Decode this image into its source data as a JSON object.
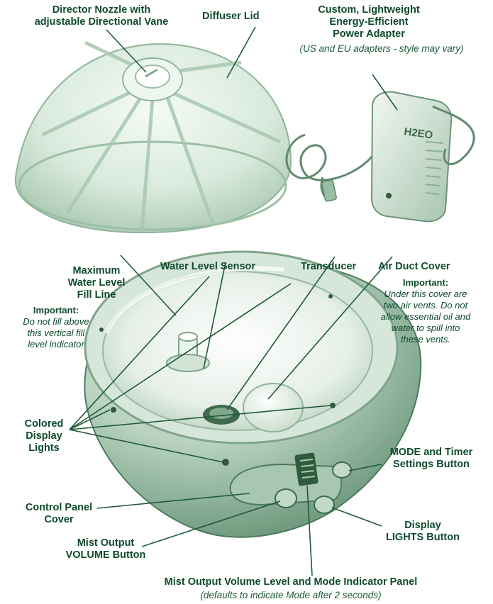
{
  "labels": {
    "director_nozzle": [
      "Director Nozzle with",
      "adjustable Directional Vane"
    ],
    "diffuser_lid": "Diffuser Lid",
    "power_adapter": [
      "Custom, Lightweight",
      "Energy-Efficient",
      "Power Adapter"
    ],
    "power_adapter_note": "(US and EU adapters - style may vary)",
    "max_fill_line": [
      "Maximum",
      "Water Level",
      "Fill Line"
    ],
    "water_level_sensor": "Water Level Sensor",
    "transducer": "Transducer",
    "air_duct_cover": "Air Duct Cover",
    "colored_display_lights": [
      "Colored",
      "Display",
      "Lights"
    ],
    "mode_timer_button": [
      "MODE and Timer",
      "Settings Button"
    ],
    "control_panel_cover": [
      "Control Panel",
      "Cover"
    ],
    "display_lights_button": [
      "Display",
      "LIGHTS Button"
    ],
    "mist_volume_button": [
      "Mist Output",
      "VOLUME Button"
    ],
    "indicator_panel": "Mist Output Volume Level and Mode Indicator Panel",
    "indicator_panel_note": "(defaults to indicate Mode after 2 seconds)"
  },
  "notes": {
    "fill_warning": {
      "heading": "Important:",
      "lines": [
        "Do not fill above",
        "this vertical fill",
        "level indicator"
      ]
    },
    "vent_warning": {
      "heading": "Important:",
      "lines": [
        "Under this cover are",
        "two air vents. Do not",
        "allow essential oil and",
        "water to spill into",
        "these vents."
      ]
    }
  },
  "adapter_logo": "H2EO",
  "colors": {
    "label_text": "#0f4a2c",
    "leader_line": "#1f5a3a",
    "product_tint": "#6f9a7e"
  }
}
